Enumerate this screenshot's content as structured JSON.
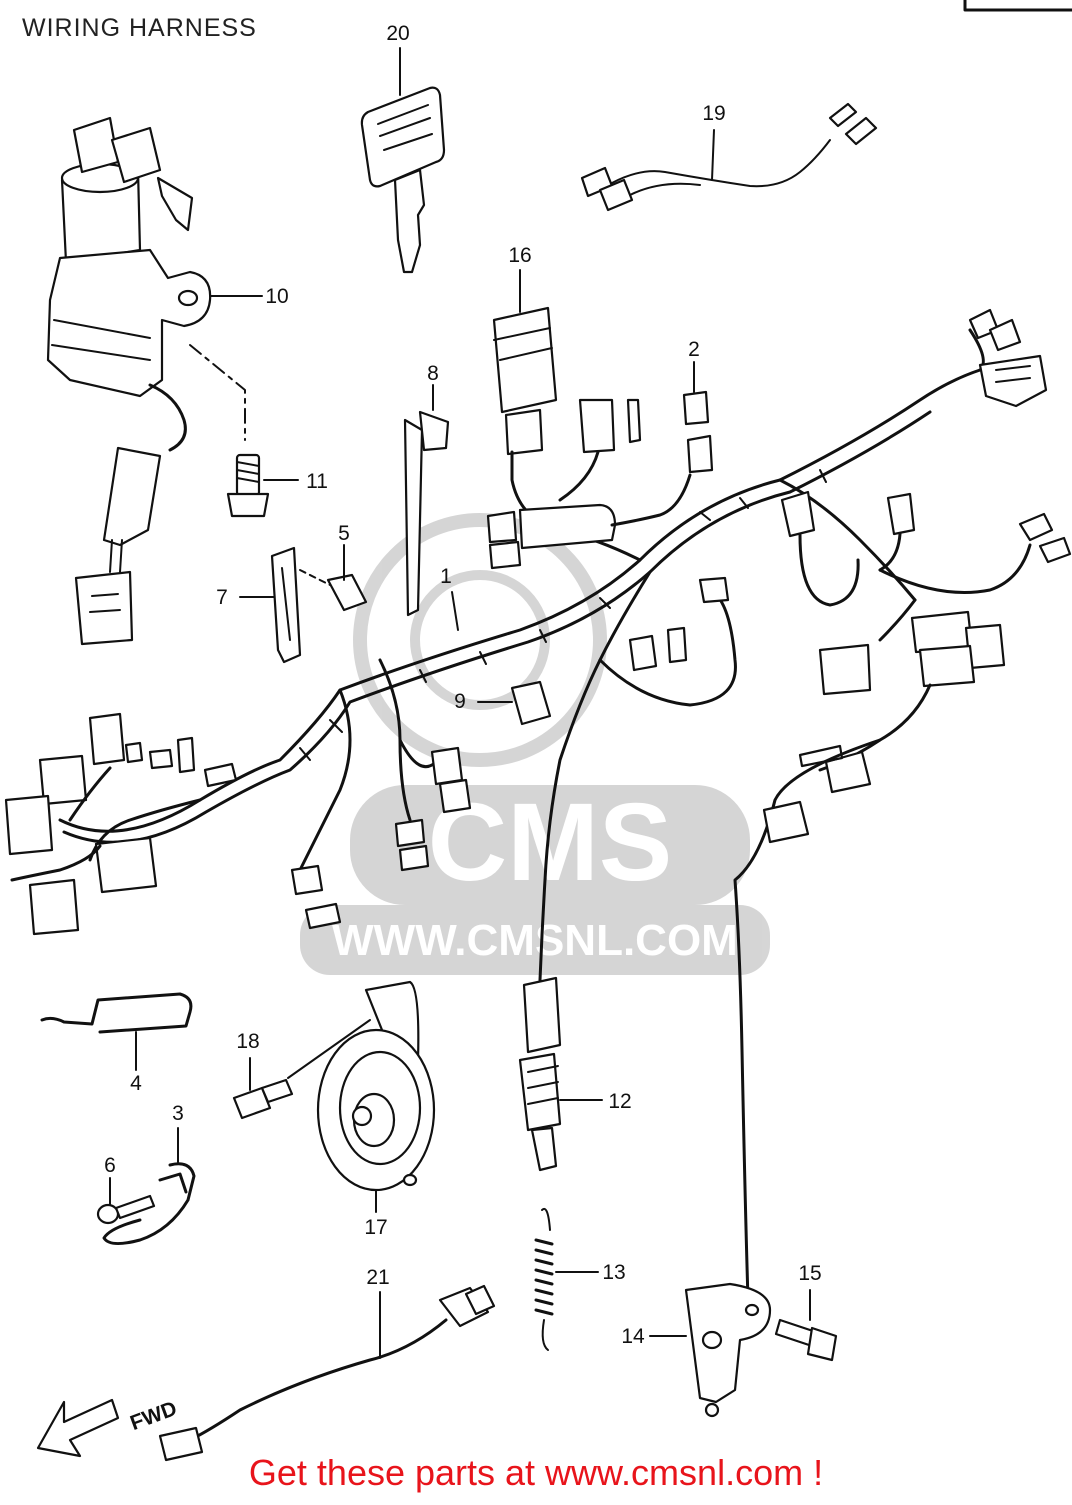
{
  "header": {
    "title": "WIRING HARNESS"
  },
  "watermark": {
    "logo_text": "CMS",
    "url": "WWW.CMSNL.COM"
  },
  "footer": {
    "banner": "Get these parts at www.cmsnl.com !"
  },
  "direction_label": "FWD",
  "callouts": [
    "1",
    "2",
    "3",
    "4",
    "5",
    "6",
    "7",
    "8",
    "9",
    "10",
    "11",
    "12",
    "13",
    "14",
    "15",
    "16",
    "17",
    "18",
    "19",
    "20",
    "21"
  ],
  "colors": {
    "ink": "#111111",
    "banner": "#e8141b",
    "watermark": "#d9d9d9"
  }
}
